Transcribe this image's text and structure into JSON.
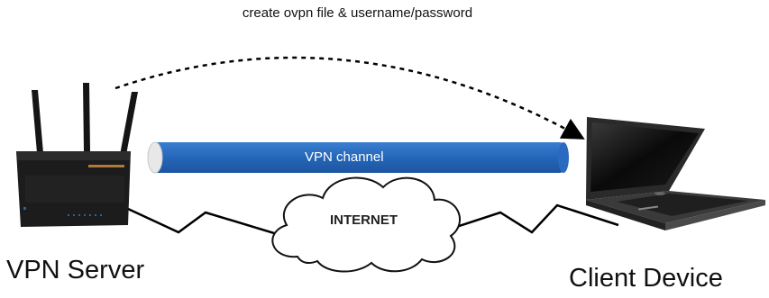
{
  "diagram": {
    "instruction_arrow_label": "create ovpn file & username/password",
    "tunnel_label": "VPN channel",
    "cloud_label": "INTERNET",
    "server_label": "VPN Server",
    "client_label": "Client Device"
  },
  "colors": {
    "tunnel": "#2566b8",
    "tunnel_end": "#e6e6e6",
    "line": "#000000",
    "router_body": "#1c1c1c",
    "laptop_body": "#2a2a2a"
  },
  "icons": [
    "router-icon",
    "laptop-icon",
    "cloud-icon",
    "dashed-arrow"
  ]
}
